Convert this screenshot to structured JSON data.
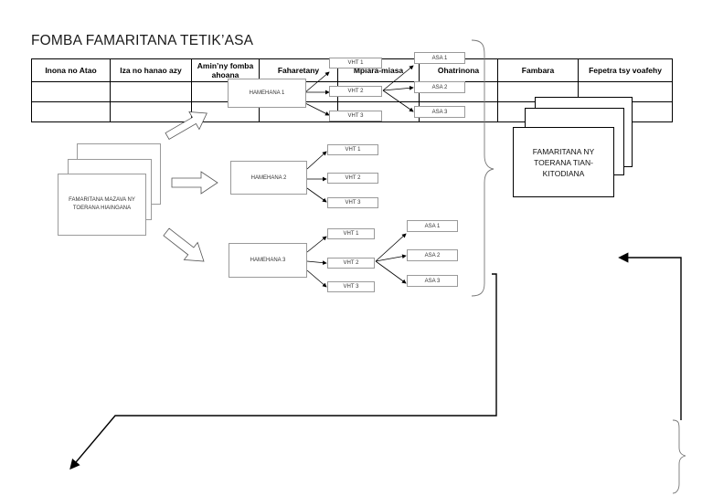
{
  "title": "FOMBA FAMARITANA TETIK’ASA",
  "table": {
    "headers": [
      "Inona no Atao",
      "Iza no hanao azy",
      "Amin’ny fomba ahoana",
      "Faharetany",
      "Mpiara-miasa",
      "Ohatrinona",
      "Fambara",
      "Fepetra tsy voafehy"
    ],
    "rows": [
      [
        "",
        "",
        "",
        "",
        "",
        "",
        "",
        ""
      ],
      [
        "",
        "",
        "",
        "",
        "",
        "",
        "",
        ""
      ]
    ]
  },
  "diagram": {
    "left_box": "FAMARITANA MAZAVA NY TOERANA HIAINGANA",
    "right_box": "FAMARITANA NY TOERANA TIAN-KITODIANA",
    "ham1": "HAMEHANA 1",
    "ham2": "HAMEHANA 2",
    "ham3": "HAMEHANA 3",
    "vht1": "VHT 1",
    "vht2": "VHT 2",
    "vht3": "VHT 3",
    "asa1": "ASA 1",
    "asa2": "ASA 2",
    "asa3": "ASA 3",
    "arrow_icons": [
      "block-arrow-up-right-icon",
      "block-arrow-right-icon",
      "block-arrow-down-right-icon",
      "curly-brace-icon",
      "elbow-arrow-icon"
    ]
  }
}
